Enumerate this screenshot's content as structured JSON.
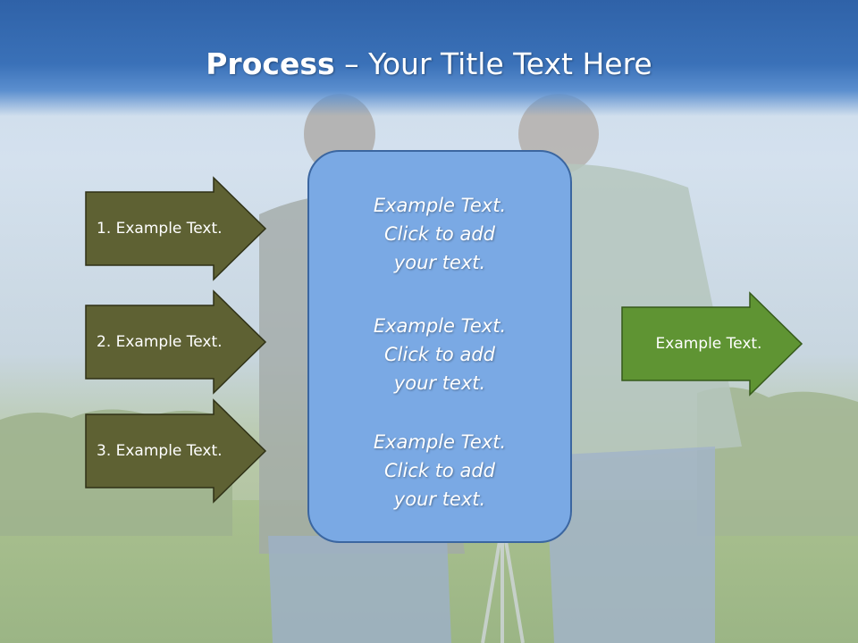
{
  "slide": {
    "title_bold": "Process",
    "title_sep": " – ",
    "title_rest": "Your Title Text Here"
  },
  "left_arrows": [
    {
      "label": "1. Example Text."
    },
    {
      "label": "2. Example Text."
    },
    {
      "label": "3. Example Text."
    }
  ],
  "center_box": {
    "blocks": [
      {
        "lines": [
          "Example Text.",
          "Click  to add",
          "your text."
        ]
      },
      {
        "lines": [
          "Example Text.",
          "Click  to add",
          "your text."
        ]
      },
      {
        "lines": [
          "Example Text.",
          "Click  to add",
          "your text."
        ]
      }
    ]
  },
  "right_arrow": {
    "label": "Example Text."
  },
  "colors": {
    "title_bar": "#3a71b8",
    "left_arrow_fill": "#5e6133",
    "right_arrow_fill": "#5f9433",
    "center_box_fill": "#7aa9e4"
  }
}
